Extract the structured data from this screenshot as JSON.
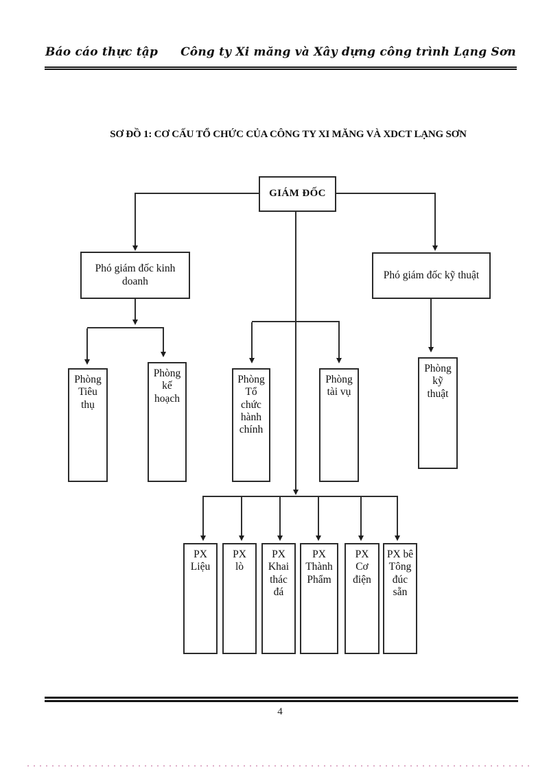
{
  "header": {
    "left": "Báo cáo thực tập",
    "right": "Công ty Xi măng và Xây dựng công trình Lạng Sơn"
  },
  "title": "SƠ ĐỒ 1: CƠ CẤU TỔ CHỨC CỦA CÔNG TY XI MĂNG VÀ XDCT LẠNG SƠN",
  "org_chart": {
    "type": "org-chart",
    "nodes": {
      "director": "GIÁM ĐỐC",
      "deputy_business": "Phó giám đốc kinh doanh",
      "deputy_technical": "Phó giám đốc kỹ thuật",
      "dept_sales": "Phòng\nTiêu\nthụ",
      "dept_planning": "Phòng\nkế\nhoạch",
      "dept_admin": "Phòng\nTổ\nchức\nhành\nchính",
      "dept_finance": "Phòng\ntài vụ",
      "dept_technical": "Phòng\nkỹ\nthuật",
      "px_lieu": "PX\nLiệu",
      "px_lo": "PX\nlò",
      "px_khai_thac_da": "PX\nKhai\nthác\nđá",
      "px_thanh_pham": "PX\nThành\nPhẩm",
      "px_co_dien": "PX\nCơ\nđiện",
      "px_be_tong": "PX bê\nTông\nđúc\nsẵn"
    },
    "edges": [
      [
        "director",
        "deputy_business"
      ],
      [
        "director",
        "deputy_technical"
      ],
      [
        "director",
        "dept_admin"
      ],
      [
        "director",
        "dept_finance"
      ],
      [
        "director",
        "px_lieu"
      ],
      [
        "director",
        "px_lo"
      ],
      [
        "director",
        "px_khai_thac_da"
      ],
      [
        "director",
        "px_thanh_pham"
      ],
      [
        "director",
        "px_co_dien"
      ],
      [
        "director",
        "px_be_tong"
      ],
      [
        "deputy_business",
        "dept_sales"
      ],
      [
        "deputy_business",
        "dept_planning"
      ],
      [
        "deputy_technical",
        "dept_technical"
      ]
    ]
  },
  "footer": {
    "page_number": "4"
  }
}
